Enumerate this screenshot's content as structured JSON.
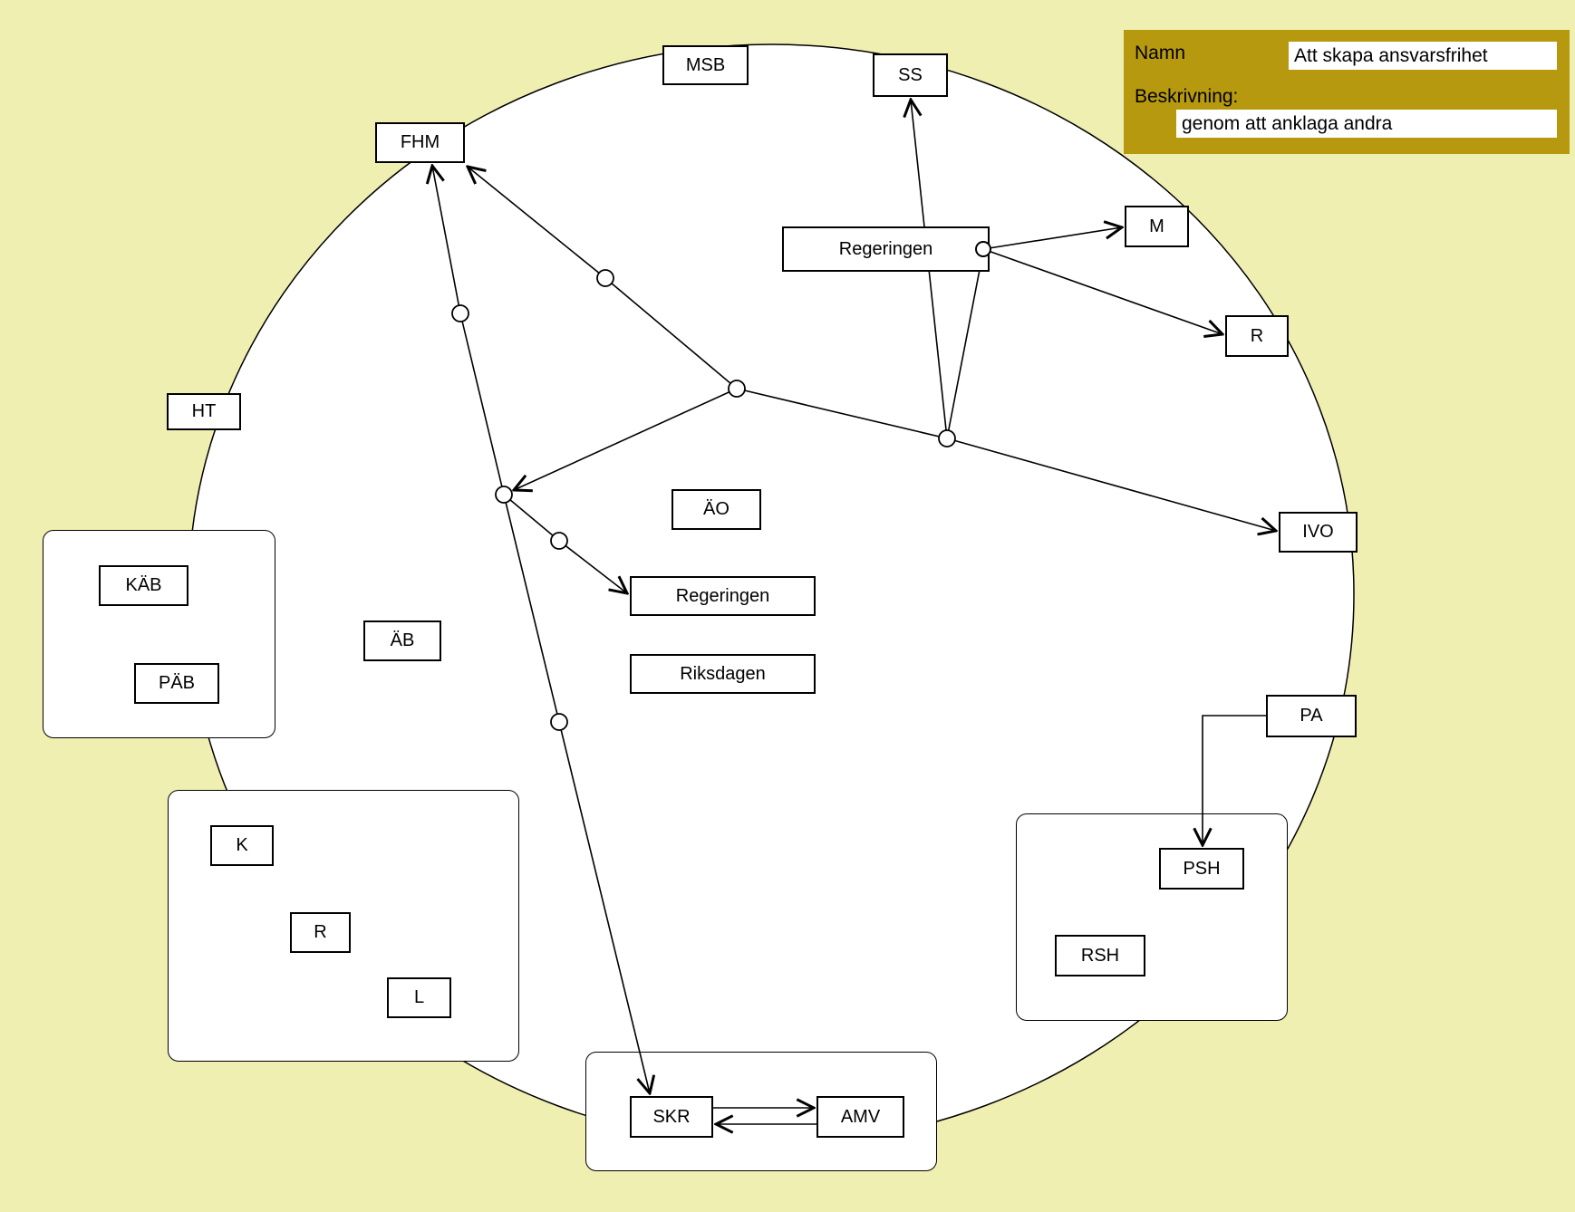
{
  "colors": {
    "page-bg": "#f0efb2",
    "panel-bg": "#b6990f"
  },
  "panel": {
    "name_label": "Namn",
    "name_value": "Att skapa ansvarsfrihet",
    "description_label": "Beskrivning:",
    "description_value": "genom att anklaga andra"
  },
  "nodes": {
    "msb": "MSB",
    "ss": "SS",
    "fhm": "FHM",
    "regeringen_top": "Regeringen",
    "m": "M",
    "r_top": "R",
    "ht": "HT",
    "ao": "ÄO",
    "ivo": "IVO",
    "kab": "KÄB",
    "pab": "PÄB",
    "ab": "ÄB",
    "regeringen_mid": "Regeringen",
    "riksdagen": "Riksdagen",
    "pa": "PA",
    "psh": "PSH",
    "rsh": "RSH",
    "k": "K",
    "r_inner": "R",
    "l": "L",
    "skr": "SKR",
    "amv": "AMV"
  }
}
